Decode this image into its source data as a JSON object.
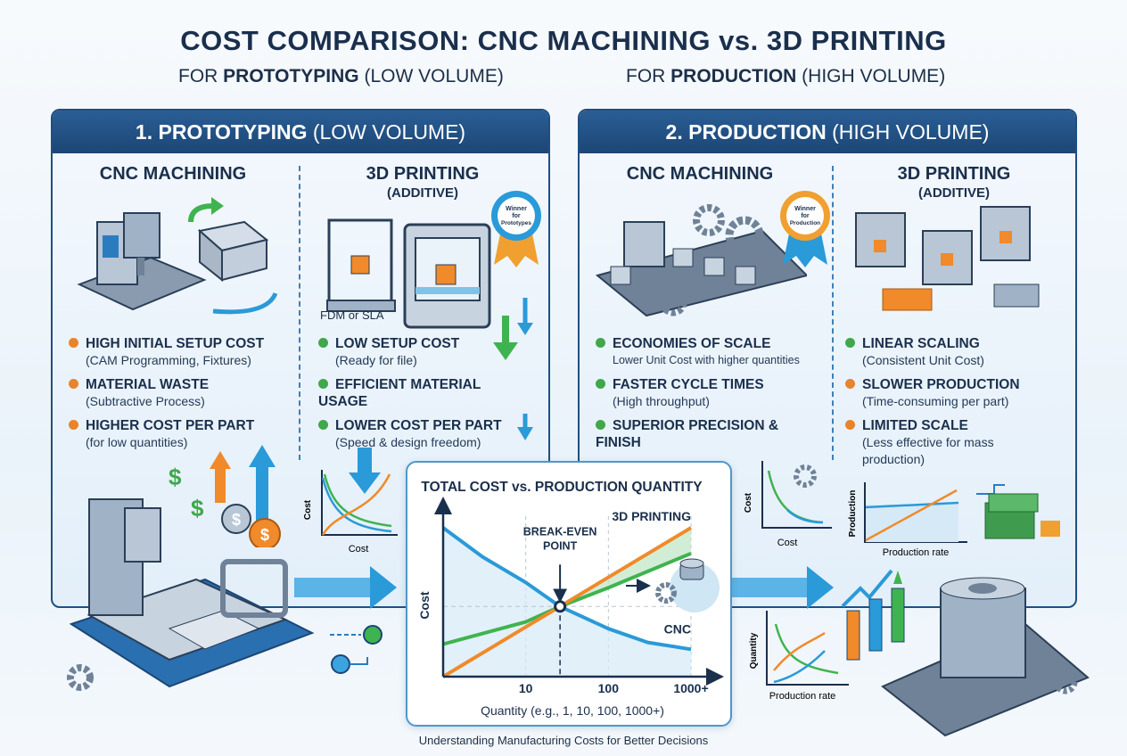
{
  "title": "COST COMPARISON: CNC MACHINING vs. 3D PRINTING",
  "subtitles": {
    "left_pre": "FOR ",
    "left_bold": "PROTOTYPING",
    "left_post": " (LOW VOLUME)",
    "right_pre": "FOR ",
    "right_bold": "PRODUCTION",
    "right_post": " (HIGH VOLUME)"
  },
  "prototyping": {
    "header_bold": "1. PROTOTYPING",
    "header_rest": " (LOW VOLUME)",
    "cnc": {
      "heading": "CNC MACHINING",
      "bullets": [
        {
          "title": "HIGH INITIAL SETUP COST",
          "detail": "(CAM Programming, Fixtures)",
          "color": "#e8842c"
        },
        {
          "title": "MATERIAL WASTE",
          "detail": "(Subtractive Process)",
          "color": "#e8842c"
        },
        {
          "title": "HIGHER COST PER PART",
          "detail": "(for low quantities)",
          "color": "#e8842c"
        }
      ]
    },
    "printing": {
      "heading": "3D PRINTING",
      "subheading": "(ADDITIVE)",
      "printer_label": "FDM or SLA",
      "badge": "Winner for Prototypes",
      "bullets": [
        {
          "title": "LOW SETUP COST",
          "detail": "(Ready for file)",
          "color": "#3fa84a"
        },
        {
          "title": "EFFICIENT MATERIAL USAGE",
          "detail": "",
          "color": "#3fa84a"
        },
        {
          "title": "LOWER COST PER PART",
          "detail": "(Speed & design freedom)",
          "color": "#3fa84a"
        }
      ]
    },
    "mini_chart": {
      "ylabel": "Cost",
      "xlabel": "Cost"
    }
  },
  "production": {
    "header_bold": "2. PRODUCTION",
    "header_rest": " (HIGH VOLUME)",
    "cnc": {
      "heading": "CNC MACHINING",
      "badge": "Winner for Production",
      "bullets": [
        {
          "title": "ECONOMIES OF SCALE",
          "detail": "Lower Unit Cost with higher quantities",
          "color": "#3fa84a"
        },
        {
          "title": "FASTER CYCLE TIMES",
          "detail": "(High throughput)",
          "color": "#3fa84a"
        },
        {
          "title": "SUPERIOR PRECISION & FINISH",
          "detail": "",
          "color": "#3fa84a"
        }
      ]
    },
    "printing": {
      "heading": "3D PRINTING",
      "subheading": "(ADDITIVE)",
      "bullets": [
        {
          "title": "LINEAR SCALING",
          "detail": "(Consistent Unit Cost)",
          "color": "#3fa84a"
        },
        {
          "title": "SLOWER PRODUCTION",
          "detail": "(Time-consuming per part)",
          "color": "#e8842c"
        },
        {
          "title": "LIMITED SCALE",
          "detail": "(Less effective for mass production)",
          "color": "#e8842c"
        }
      ]
    },
    "mini_chart_cost": {
      "ylabel": "Cost",
      "xlabel": "Cost"
    },
    "mini_chart_production": {
      "ylabel": "Production",
      "xlabel": "Production rate"
    },
    "mini_chart_quantity": {
      "ylabel": "Quantity",
      "xlabel": "Production rate"
    }
  },
  "chart_data": {
    "type": "line",
    "title": "TOTAL COST vs. PRODUCTION QUANTITY",
    "xlabel": "Quantity (e.g., 1, 10, 100, 1000+)",
    "ylabel": "Cost",
    "x_scale": "log",
    "xlim": [
      1,
      1000
    ],
    "ylim": [
      0,
      100
    ],
    "x_ticks": [
      {
        "value": 10,
        "label": "10"
      },
      {
        "value": 100,
        "label": "100"
      },
      {
        "value": 1000,
        "label": "1000+"
      }
    ],
    "series": [
      {
        "name": "CNC",
        "color": "#2a9ad8",
        "points": [
          [
            1,
            87
          ],
          [
            3,
            70
          ],
          [
            10,
            55
          ],
          [
            26,
            41
          ],
          [
            100,
            28
          ],
          [
            300,
            20
          ],
          [
            1000,
            16
          ]
        ]
      },
      {
        "name": "3D PRINTING",
        "color": "#f08a2a",
        "points": [
          [
            1,
            0
          ],
          [
            10,
            29
          ],
          [
            26,
            41
          ],
          [
            100,
            58
          ],
          [
            1000,
            87
          ]
        ]
      },
      {
        "name": "",
        "color": "#3fb34f",
        "points": [
          [
            1,
            19
          ],
          [
            10,
            32
          ],
          [
            26,
            41
          ],
          [
            100,
            52
          ],
          [
            1000,
            72
          ]
        ]
      }
    ],
    "annotations": [
      {
        "text_line1": "BREAK-EVEN",
        "text_line2": "POINT",
        "x": 26,
        "y": 41
      }
    ]
  },
  "caption": "Understanding Manufacturing Costs for Better Decisions"
}
